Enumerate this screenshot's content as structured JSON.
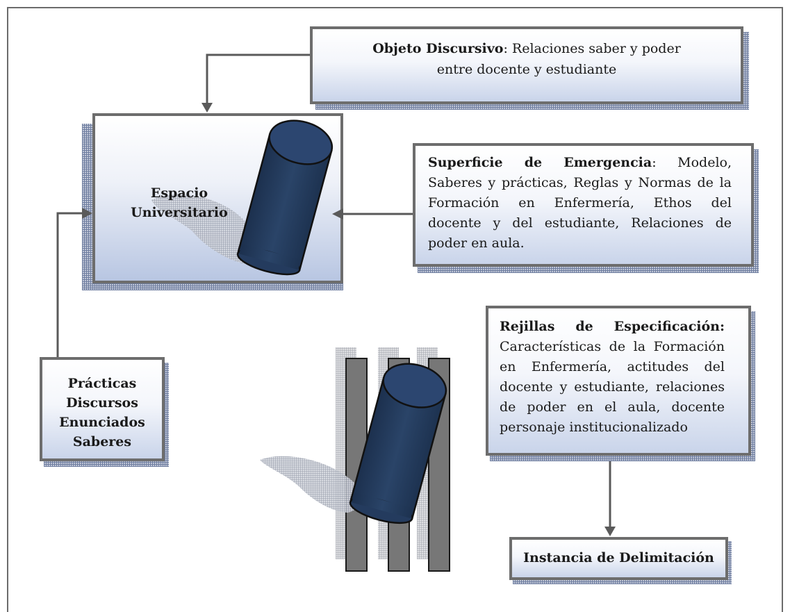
{
  "objeto": {
    "title": "Objeto Discursivo",
    "line1": ": Relaciones saber y poder",
    "line2": "entre docente y estudiante"
  },
  "espacio": {
    "line1": "Espacio",
    "line2": "Universitario"
  },
  "superficie": {
    "title": "Superficie de Emergencia",
    "line1_rest": ": Modelo,",
    "line2": "Saberes y prácticas, Reglas y Normas de la",
    "line3": "Formación en Enfermería, Ethos del",
    "line4": "docente y del estudiante, Relaciones de",
    "line5": "poder en aula."
  },
  "practicas": {
    "items": [
      "Prácticas",
      "Discursos",
      "Enunciados",
      "Saberes"
    ]
  },
  "rejillas": {
    "title": "Rejillas de Especificación:",
    "line2": "Características de la Formación",
    "line3": "en Enfermería, actitudes del",
    "line4": "docente y estudiante, relaciones",
    "line5": "de poder en el aula, docente",
    "line6": "personaje institucionalizado"
  },
  "instancia": {
    "label": "Instancia de Delimitación"
  },
  "colors": {
    "cylinder": "#243b5e",
    "frame": "#6b6b6b",
    "box_border": "#6d6d6d",
    "box_gradient_end": "#c9d4ea",
    "bars": "#777777"
  }
}
